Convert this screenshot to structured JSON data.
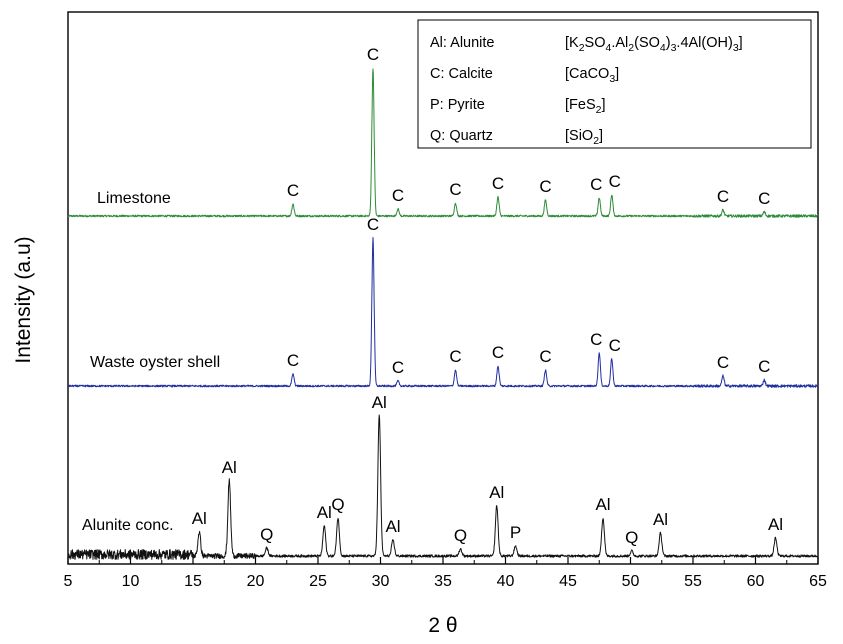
{
  "chart_data": {
    "type": "line",
    "xlabel": "2 θ",
    "ylabel": "Intensity (a.u)",
    "xlim": [
      5,
      65
    ],
    "x_ticks": [
      5,
      10,
      15,
      20,
      25,
      30,
      35,
      40,
      45,
      50,
      55,
      60,
      65
    ],
    "grid": false,
    "legend_placement": "top-right",
    "legend": [
      {
        "code": "Al: Alunite",
        "formula_parts": [
          [
            "[K",
            ""
          ],
          [
            "2",
            "sub"
          ],
          [
            "SO",
            ""
          ],
          [
            "4",
            "sub"
          ],
          [
            ".Al",
            ""
          ],
          [
            "2",
            "sub"
          ],
          [
            "(SO",
            ""
          ],
          [
            "4",
            "sub"
          ],
          [
            ")",
            ""
          ],
          [
            "3",
            "sub"
          ],
          [
            ".4Al(OH)",
            ""
          ],
          [
            "3",
            "sub"
          ],
          [
            "]",
            ""
          ]
        ]
      },
      {
        "code": "C: Calcite",
        "formula_parts": [
          [
            "[CaCO",
            ""
          ],
          [
            "3",
            "sub"
          ],
          [
            "]",
            ""
          ]
        ]
      },
      {
        "code": "P: Pyrite",
        "formula_parts": [
          [
            "[FeS",
            ""
          ],
          [
            "2",
            "sub"
          ],
          [
            "]",
            ""
          ]
        ]
      },
      {
        "code": "Q: Quartz",
        "formula_parts": [
          [
            "[SiO",
            ""
          ],
          [
            "2",
            "sub"
          ],
          [
            "]",
            ""
          ]
        ]
      }
    ],
    "series": [
      {
        "name": "Limestone",
        "color": "#2e8b3a",
        "peaks": [
          {
            "x": 23.0,
            "h": 12,
            "label": "C"
          },
          {
            "x": 29.4,
            "h": 148,
            "label": "C"
          },
          {
            "x": 31.4,
            "h": 7,
            "label": "C"
          },
          {
            "x": 36.0,
            "h": 13,
            "label": "C"
          },
          {
            "x": 39.4,
            "h": 19,
            "label": "C"
          },
          {
            "x": 43.2,
            "h": 16,
            "label": "C"
          },
          {
            "x": 47.5,
            "h": 18,
            "label": "C"
          },
          {
            "x": 48.5,
            "h": 21,
            "label": "C"
          },
          {
            "x": 57.4,
            "h": 6,
            "label": "C"
          },
          {
            "x": 60.7,
            "h": 4,
            "label": "C"
          }
        ]
      },
      {
        "name": "Waste oyster shell",
        "color": "#1f2fa0",
        "peaks": [
          {
            "x": 23.0,
            "h": 12,
            "label": "C"
          },
          {
            "x": 29.4,
            "h": 148,
            "label": "C"
          },
          {
            "x": 31.4,
            "h": 5,
            "label": "C"
          },
          {
            "x": 36.0,
            "h": 16,
            "label": "C"
          },
          {
            "x": 39.4,
            "h": 20,
            "label": "C"
          },
          {
            "x": 43.2,
            "h": 16,
            "label": "C"
          },
          {
            "x": 47.5,
            "h": 33,
            "label": "C"
          },
          {
            "x": 48.5,
            "h": 27,
            "label": "C"
          },
          {
            "x": 57.4,
            "h": 10,
            "label": "C"
          },
          {
            "x": 60.7,
            "h": 6,
            "label": "C"
          }
        ]
      },
      {
        "name": "Alunite conc.",
        "color": "#111111",
        "peaks": [
          {
            "x": 15.5,
            "h": 24,
            "label": "Al"
          },
          {
            "x": 17.9,
            "h": 75,
            "label": "Al"
          },
          {
            "x": 20.9,
            "h": 8,
            "label": "Q"
          },
          {
            "x": 25.5,
            "h": 30,
            "label": "Al"
          },
          {
            "x": 26.6,
            "h": 38,
            "label": "Q"
          },
          {
            "x": 29.9,
            "h": 140,
            "label": "Al"
          },
          {
            "x": 31.0,
            "h": 16,
            "label": "Al"
          },
          {
            "x": 36.4,
            "h": 7,
            "label": "Q"
          },
          {
            "x": 39.3,
            "h": 50,
            "label": "Al"
          },
          {
            "x": 40.8,
            "h": 10,
            "label": "P"
          },
          {
            "x": 47.8,
            "h": 38,
            "label": "Al"
          },
          {
            "x": 50.1,
            "h": 5,
            "label": "Q"
          },
          {
            "x": 52.4,
            "h": 23,
            "label": "Al"
          },
          {
            "x": 61.6,
            "h": 18,
            "label": "Al"
          }
        ]
      }
    ]
  }
}
